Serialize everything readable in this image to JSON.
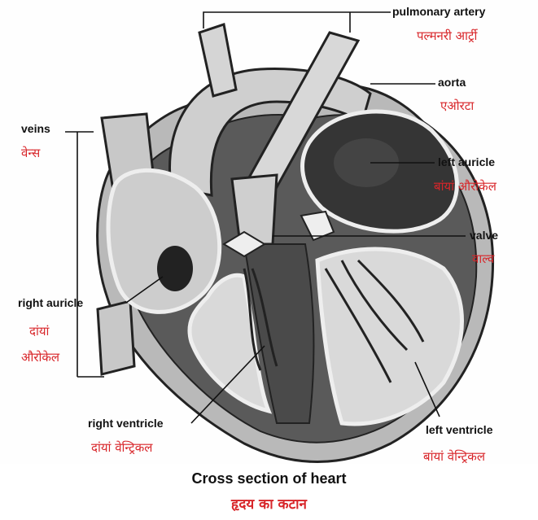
{
  "labels": {
    "pulmonary_artery": {
      "en": "pulmonary artery",
      "hi": "पल्मनरी आर्ट्री"
    },
    "aorta": {
      "en": "aorta",
      "hi": "एओरटा"
    },
    "veins": {
      "en": "veins",
      "hi": "वेन्स"
    },
    "left_auricle": {
      "en": "left auricle",
      "hi": "बांयां औरोकेल"
    },
    "valve": {
      "en": "valve",
      "hi": "वाल्व"
    },
    "right_auricle": {
      "en": "right auricle",
      "hi_line1": "दांयां",
      "hi_line2": "औरोकेल"
    },
    "right_ventricle": {
      "en": "right ventricle",
      "hi": "दांयां वेन्ट्रिकल"
    },
    "left_ventricle": {
      "en": "left ventricle",
      "hi": "बांयां वेन्ट्रिकल"
    }
  },
  "caption": {
    "en": "Cross section of heart",
    "hi": "हृदय का कटान"
  },
  "colors": {
    "label_hindi": "#d8262a",
    "label_english": "#111111",
    "heart_light": "#c9c9c9",
    "heart_dark": "#3a3a3a"
  }
}
